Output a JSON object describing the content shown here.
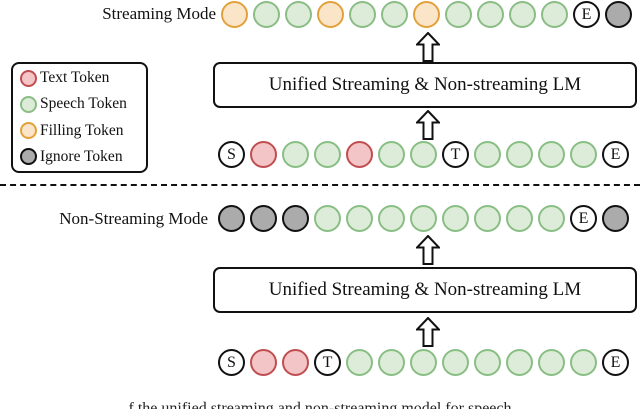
{
  "streaming": {
    "label": "Streaming Mode",
    "lm_label": "Unified Streaming & Non-streaming LM",
    "output_tokens": [
      {
        "type": "filling"
      },
      {
        "type": "speech"
      },
      {
        "type": "speech"
      },
      {
        "type": "filling"
      },
      {
        "type": "speech"
      },
      {
        "type": "speech"
      },
      {
        "type": "filling"
      },
      {
        "type": "speech"
      },
      {
        "type": "speech"
      },
      {
        "type": "speech"
      },
      {
        "type": "speech"
      },
      {
        "type": "letter",
        "letter": "E"
      },
      {
        "type": "ignore"
      }
    ],
    "input_tokens": [
      {
        "type": "letter",
        "letter": "S"
      },
      {
        "type": "text"
      },
      {
        "type": "speech"
      },
      {
        "type": "speech"
      },
      {
        "type": "text"
      },
      {
        "type": "speech"
      },
      {
        "type": "speech"
      },
      {
        "type": "letter",
        "letter": "T"
      },
      {
        "type": "speech"
      },
      {
        "type": "speech"
      },
      {
        "type": "speech"
      },
      {
        "type": "speech"
      },
      {
        "type": "letter",
        "letter": "E"
      }
    ]
  },
  "non_streaming": {
    "label": "Non-Streaming Mode",
    "lm_label": "Unified Streaming & Non-streaming LM",
    "output_tokens": [
      {
        "type": "ignore"
      },
      {
        "type": "ignore"
      },
      {
        "type": "ignore"
      },
      {
        "type": "speech"
      },
      {
        "type": "speech"
      },
      {
        "type": "speech"
      },
      {
        "type": "speech"
      },
      {
        "type": "speech"
      },
      {
        "type": "speech"
      },
      {
        "type": "speech"
      },
      {
        "type": "speech"
      },
      {
        "type": "letter",
        "letter": "E"
      },
      {
        "type": "ignore"
      }
    ],
    "input_tokens": [
      {
        "type": "letter",
        "letter": "S"
      },
      {
        "type": "text"
      },
      {
        "type": "text"
      },
      {
        "type": "letter",
        "letter": "T"
      },
      {
        "type": "speech"
      },
      {
        "type": "speech"
      },
      {
        "type": "speech"
      },
      {
        "type": "speech"
      },
      {
        "type": "speech"
      },
      {
        "type": "speech"
      },
      {
        "type": "speech"
      },
      {
        "type": "speech"
      },
      {
        "type": "letter",
        "letter": "E"
      }
    ]
  },
  "legend": {
    "items": [
      {
        "label": "Text Token",
        "type": "text"
      },
      {
        "label": "Speech Token",
        "type": "speech"
      },
      {
        "label": "Filling Token",
        "type": "filling"
      },
      {
        "label": "Ignore Token",
        "type": "ignore"
      }
    ]
  },
  "colors": {
    "text_fill": "#f4c5c6",
    "text_border": "#bf4e51",
    "speech_fill": "#dcecd8",
    "speech_border": "#8abe85",
    "filling_fill": "#fbe5c9",
    "filling_border": "#e2a23b",
    "ignore_fill": "#ababab",
    "ignore_border": "#111111"
  },
  "caption_fragment": "f the unified streaming and non-streaming model for speech"
}
